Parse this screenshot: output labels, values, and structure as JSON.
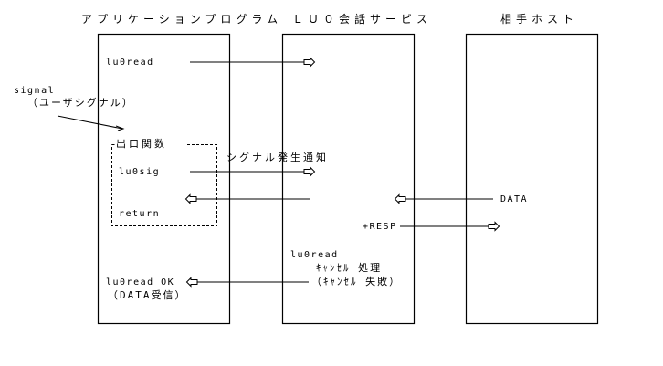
{
  "columns": [
    {
      "title": "アプリケーションプログラム"
    },
    {
      "title": "ＬＵ０会話サービス"
    },
    {
      "title": "相手ホスト"
    }
  ],
  "signal": {
    "label": "signal",
    "sub": "（ユーザシグナル）"
  },
  "exit_function": {
    "title": "出口関数",
    "start": "lu0sig",
    "end": "return"
  },
  "app_labels": {
    "call": "lu0read",
    "ok": "lu0read OK",
    "ok_sub": "（DATA受信）"
  },
  "service_labels": {
    "signal_notice": "シグナル発生通知",
    "resp": "+RESP",
    "cancel_call": "lu0read",
    "cancel_proc": "ｷｬﾝｾﾙ 処理",
    "cancel_fail": "（ｷｬﾝｾﾙ 失敗）"
  },
  "host_labels": {
    "data": "DATA"
  },
  "messages": [
    {
      "from": "application",
      "to": "lu0-service",
      "label": "lu0read"
    },
    {
      "from": "application",
      "to": "lu0-service",
      "label": "lu0sig"
    },
    {
      "from": "lu0-service",
      "to": "application",
      "label": "return"
    },
    {
      "from": "remote-host",
      "to": "lu0-service",
      "label": "DATA"
    },
    {
      "from": "lu0-service",
      "to": "remote-host",
      "label": "+RESP"
    },
    {
      "from": "lu0-service",
      "to": "application",
      "label": "lu0read OK"
    }
  ]
}
